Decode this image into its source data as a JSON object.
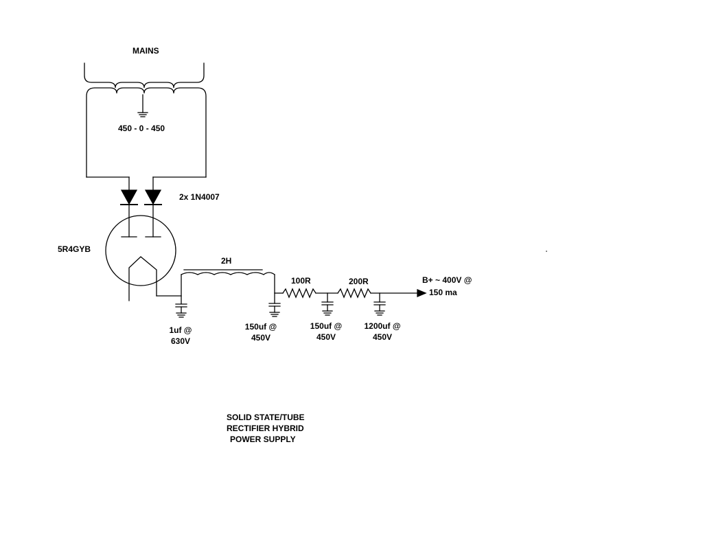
{
  "diagram": {
    "transformer": {
      "primary_label": "MAINS",
      "secondary_label": "450 - 0 - 450"
    },
    "diodes_label": "2x 1N4007",
    "tube_label": "5R4GYB",
    "choke_label": "2H",
    "resistors": [
      "100R",
      "200R"
    ],
    "capacitors": [
      {
        "line1": "1uf @",
        "line2": "630V"
      },
      {
        "line1": "150uf @",
        "line2": "450V"
      },
      {
        "line1": "150uf @",
        "line2": "450V"
      },
      {
        "line1": "1200uf @",
        "line2": "450V"
      }
    ],
    "output": {
      "line1": "B+ ~ 400V @",
      "line2": "150 ma"
    },
    "title": [
      "SOLID STATE/TUBE",
      "RECTIFIER HYBRID",
      "POWER SUPPLY"
    ]
  },
  "colors": {
    "ink": "#000000",
    "background": "#ffffff"
  }
}
